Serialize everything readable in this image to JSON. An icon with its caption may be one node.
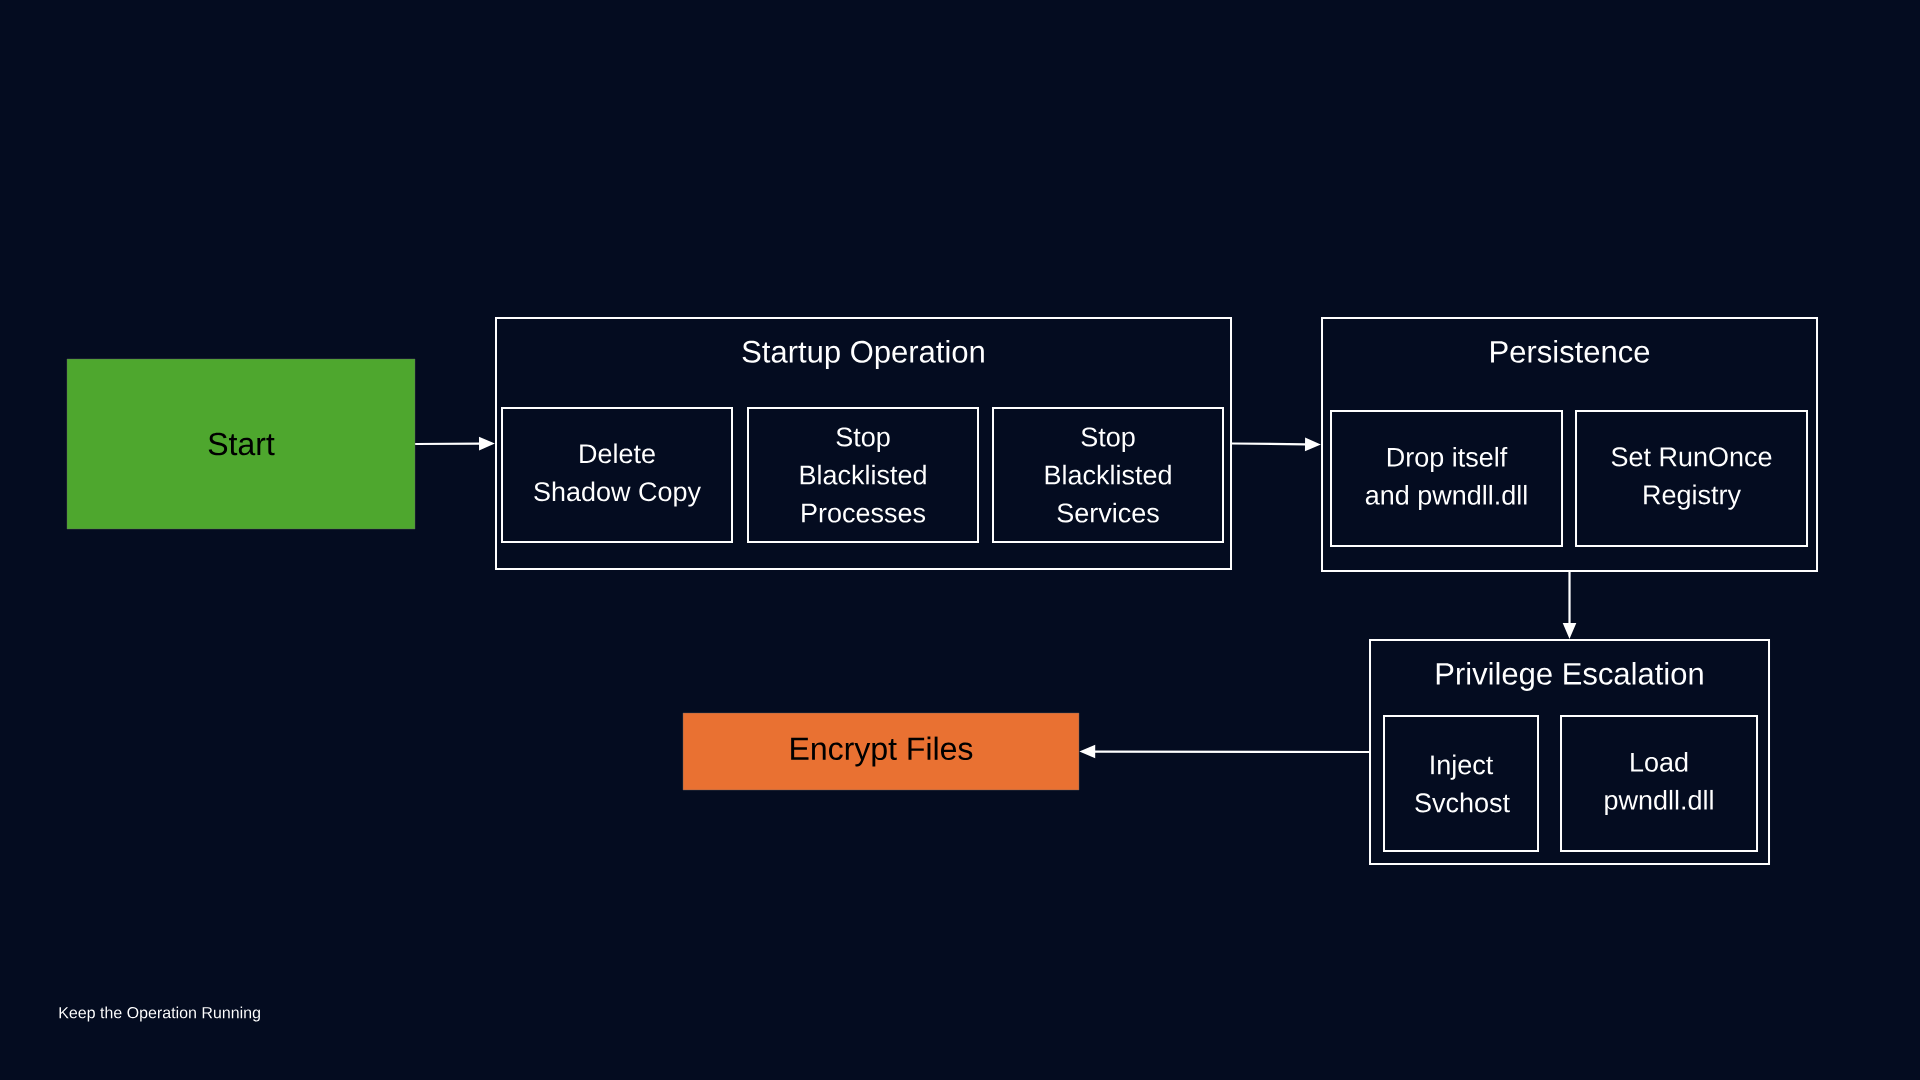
{
  "diagram": {
    "nodes": [
      {
        "text": [
          "Start"
        ]
      },
      {
        "text": [
          "Startup Operation"
        ]
      },
      {
        "text": [
          "Delete Shadow Copy"
        ],
        "in": 1
      },
      {
        "text": [
          "Stop Blacklisted Processes"
        ],
        "in": 1
      },
      {
        "text": [
          "Stop Blacklisted Services"
        ],
        "in": 1
      },
      {
        "text": [
          "Persistence"
        ]
      },
      {
        "text": [
          "Drop itself and pwndll.dll"
        ],
        "in": 5
      },
      {
        "text": [
          "Set RunOnce Registry"
        ],
        "in": 5
      },
      {
        "text": [
          "Privilege Escalation"
        ]
      },
      {
        "text": [
          "Inject Svchost"
        ],
        "in": 8
      },
      {
        "text": [
          "Load pwndll.dll"
        ],
        "in": 8
      },
      {
        "text": [
          "Encrypt Files"
        ]
      }
    ],
    "edges": [
      {
        "from": 0,
        "to": 1,
        "arrow": "to"
      },
      {
        "from": 1,
        "to": 5,
        "arrow": "to"
      },
      {
        "from": 5,
        "to": 8,
        "arrow": "to"
      },
      {
        "from": 8,
        "to": 11,
        "arrow": "to"
      }
    ],
    "labels": [
      "Keep the Operation Running"
    ]
  }
}
